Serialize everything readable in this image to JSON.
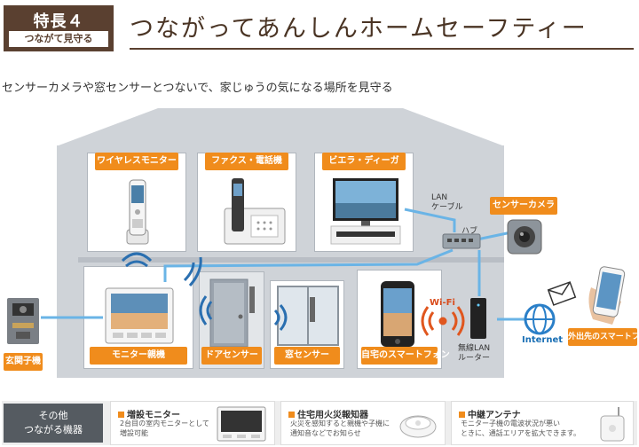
{
  "header": {
    "feature_no": "特長４",
    "feature_sub": "つながて見守る",
    "title": "つながってあんしんホームセーフティー",
    "subtitle": "センサーカメラや窓センサーとつないで、家じゅうの気になる場所を見守る"
  },
  "rooms_upper": [
    {
      "label": "ワイヤレスモニター子機"
    },
    {
      "label": "ファクス・電話機"
    },
    {
      "label": "ビエラ・ディーガ"
    }
  ],
  "devices": {
    "sensor_camera": "センサーカメラ",
    "lan_cable": "LAN\nケーブル",
    "hub": "ハブ",
    "entrance": "玄関子機",
    "monitor_master": "モニター親機",
    "door_sensor": "ドアセンサー",
    "window_sensor": "窓センサー",
    "home_smartphone": "自宅のスマートフォン",
    "wifi": "Wi-Fi",
    "router": "無線LAN\nルーター",
    "internet": "Internet",
    "remote_smartphone": "外出先のスマートフォン"
  },
  "bottom": {
    "other_label_1": "その他",
    "other_label_2": "つながる機器",
    "options": [
      {
        "title": "増設モニター",
        "desc_1": "2台目の室内モニターとして",
        "desc_2": "増設可能"
      },
      {
        "title": "住宅用火災報知器",
        "desc_1": "火災を感知すると親機や子機に",
        "desc_2": "通知音などでお知らせ"
      },
      {
        "title": "中継アンテナ",
        "desc_1": "モニター子機の電波状況が悪い",
        "desc_2": "ときに、通話エリアを拡大できます。"
      }
    ]
  },
  "colors": {
    "accent_orange": "#f08c1c",
    "brand_brown": "#5a4030",
    "lan_blue": "#6ab4e6",
    "wifi_red": "#e0561e"
  }
}
